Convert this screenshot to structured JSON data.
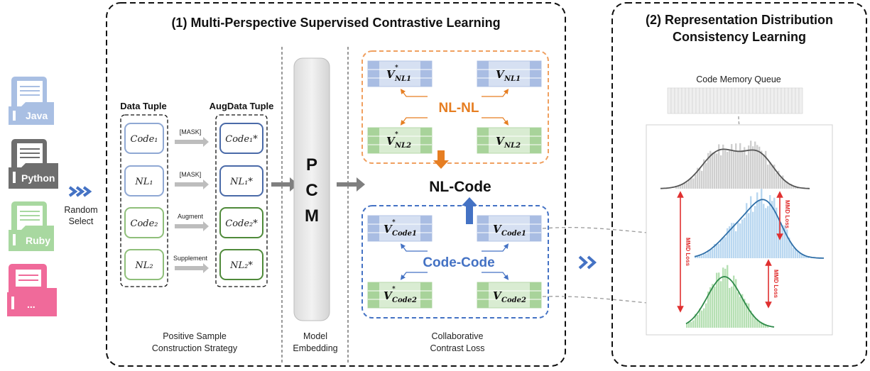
{
  "panel1": {
    "title": "(1) Multi-Perspective Supervised Contrastive Learning"
  },
  "panel2": {
    "title_line1": "(2) Representation Distribution",
    "title_line2": "Consistency Learning"
  },
  "languages": [
    {
      "name": "Java",
      "color": "#a9bfe3"
    },
    {
      "name": "Python",
      "color": "#6e6e6e"
    },
    {
      "name": "Ruby",
      "color": "#a8d8a0"
    },
    {
      "name": "...",
      "color": "#f06a9a"
    }
  ],
  "random_select": {
    "line1": "Random",
    "line2": "Select"
  },
  "data_tuple": {
    "header": "Data Tuple",
    "items": [
      "Code₁",
      "NL₁",
      "Code₂",
      "NL₂"
    ]
  },
  "aug_tuple": {
    "header": "AugData Tuple",
    "items": [
      "Code₁*",
      "NL₁*",
      "Code₂*",
      "NL₂*"
    ]
  },
  "aug_ops": [
    "[MASK]",
    "[MASK]",
    "Augment",
    "Supplement"
  ],
  "strategy_caption": {
    "line1": "Positive Sample",
    "line2": "Construction Strategy"
  },
  "model": {
    "letters": [
      "P",
      "C",
      "M"
    ],
    "caption_line1": "Model",
    "caption_line2": "Embedding"
  },
  "vectors": {
    "nl1_aug": {
      "base": "V",
      "sup": "*",
      "sub": "NL1"
    },
    "nl1": {
      "base": "V",
      "sup": "",
      "sub": "NL1"
    },
    "nl2_aug": {
      "base": "V",
      "sup": "*",
      "sub": "NL2"
    },
    "nl2": {
      "base": "V",
      "sup": "",
      "sub": "NL2"
    },
    "code1_aug": {
      "base": "V",
      "sup": "*",
      "sub": "Code1"
    },
    "code1": {
      "base": "V",
      "sup": "",
      "sub": "Code1"
    },
    "code2_aug": {
      "base": "V",
      "sup": "*",
      "sub": "Code2"
    },
    "code2": {
      "base": "V",
      "sup": "",
      "sub": "Code2"
    }
  },
  "groups": {
    "nl_nl": "NL-NL",
    "nl_code": "NL-Code",
    "code_code": "Code-Code"
  },
  "contrast_caption": {
    "line1": "Collaborative",
    "line2": "Contrast Loss"
  },
  "memory_queue": {
    "label": "Code Memory Queue"
  },
  "mmd_loss": "MMD Loss",
  "colors": {
    "orange": "#e67e22",
    "blue": "#4472c4",
    "red": "#e03030",
    "arrow_blue": "#4472c4"
  }
}
